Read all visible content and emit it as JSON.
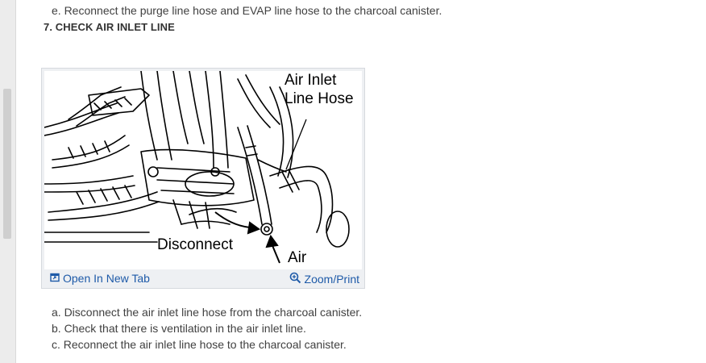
{
  "previous_step": {
    "line_e": "e. Reconnect the purge line hose and EVAP line hose to the charcoal canister."
  },
  "section": {
    "heading": "7. CHECK AIR INLET LINE"
  },
  "figure": {
    "labels": {
      "air_inlet_line_1": "Air Inlet",
      "air_inlet_line_2": "Line Hose",
      "disconnect": "Disconnect",
      "air": "Air"
    },
    "open_new_tab_label": "Open In New Tab",
    "zoom_print_label": "Zoom/Print",
    "link_color": "#1e5aa8"
  },
  "steps": [
    "a. Disconnect the air inlet line hose from the charcoal canister.",
    "b. Check that there is ventilation in the air inlet line.",
    "c. Reconnect the air inlet line hose to the charcoal canister."
  ]
}
